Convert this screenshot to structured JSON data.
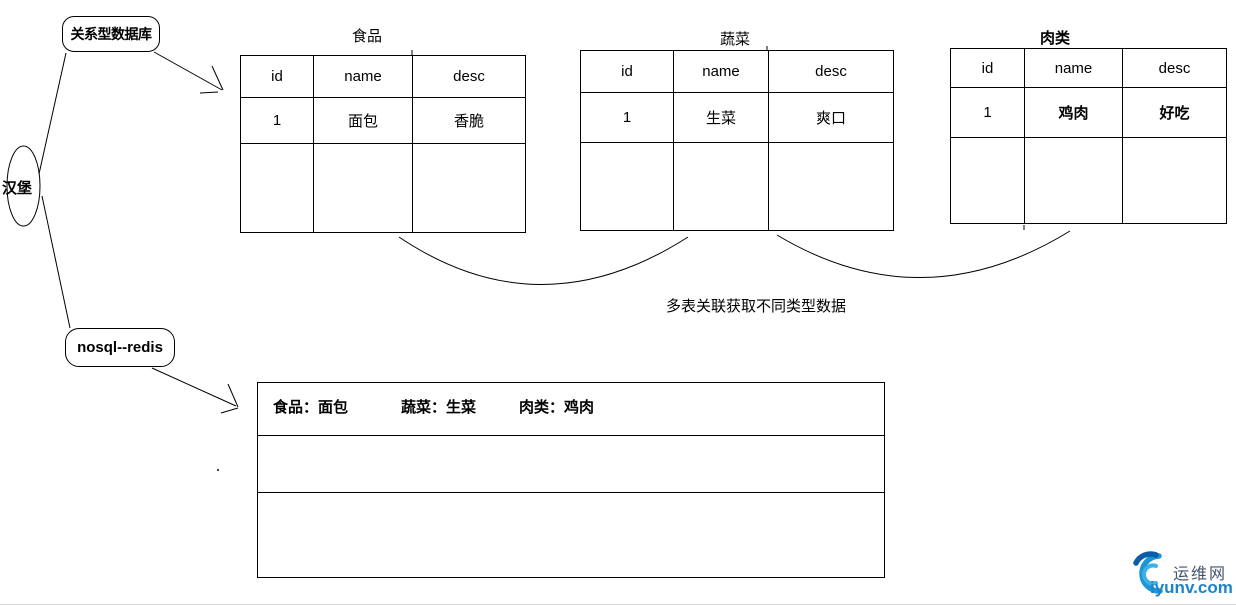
{
  "canvas": {
    "background": "#ffffff",
    "line_color": "#000000"
  },
  "diagram": {
    "root": {
      "label": "汉堡"
    },
    "branches": [
      {
        "label": "关系型数据库"
      },
      {
        "label": "nosql--redis"
      }
    ],
    "note": "多表关联获取不同类型数据",
    "tables": [
      {
        "title": "食品",
        "headers": [
          "id",
          "name",
          "desc"
        ],
        "rows": [
          [
            "1",
            "面包",
            "香脆"
          ],
          [
            "",
            "",
            ""
          ]
        ]
      },
      {
        "title": "蔬菜",
        "headers": [
          "id",
          "name",
          "desc"
        ],
        "rows": [
          [
            "1",
            "生菜",
            "爽口"
          ],
          [
            "",
            "",
            ""
          ]
        ]
      },
      {
        "title": "肉类",
        "headers": [
          "id",
          "name",
          "desc"
        ],
        "rows": [
          [
            "1",
            "鸡肉",
            "好吃"
          ],
          [
            "",
            "",
            ""
          ]
        ]
      }
    ],
    "redis_record": {
      "items": [
        "食品：面包",
        "蔬菜：生菜",
        "肉类：鸡肉"
      ],
      "empty_rows": 2
    }
  },
  "watermark": {
    "site_name": "运维网",
    "site_url": "iyunv.com",
    "name_color": "#44536e",
    "url_color": "#1b85cc",
    "logo": "blue-swoosh-arc-logo"
  }
}
